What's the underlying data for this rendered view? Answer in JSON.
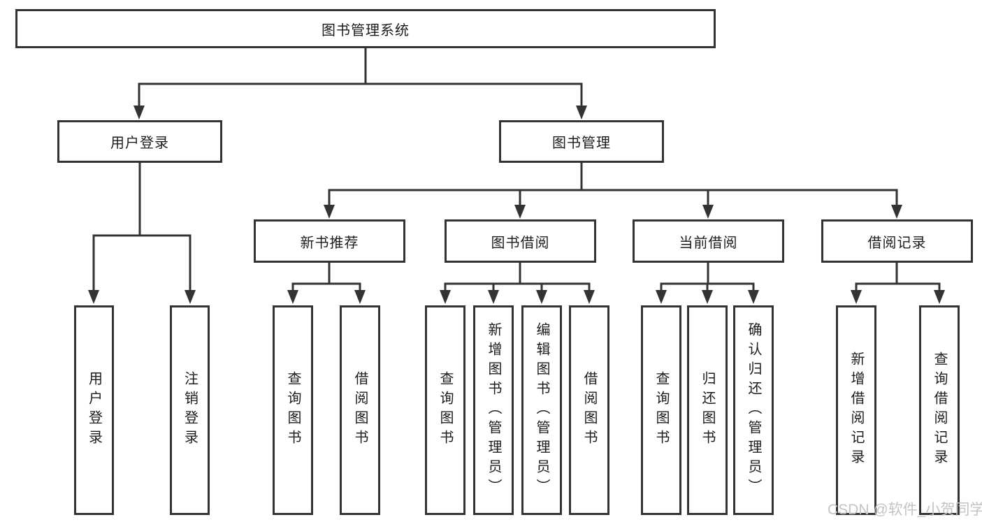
{
  "tree": {
    "label": "图书管理系统",
    "children": [
      {
        "label": "用户登录",
        "children": [
          {
            "label": "用户登录"
          },
          {
            "label": "注销登录"
          }
        ]
      },
      {
        "label": "图书管理",
        "children": [
          {
            "label": "新书推荐",
            "children": [
              {
                "label": "查询图书"
              },
              {
                "label": "借阅图书"
              }
            ]
          },
          {
            "label": "图书借阅",
            "children": [
              {
                "label": "查询图书"
              },
              {
                "label": "新增图书（管理员）"
              },
              {
                "label": "编辑图书（管理员）"
              },
              {
                "label": "借阅图书"
              }
            ]
          },
          {
            "label": "当前借阅",
            "children": [
              {
                "label": "查询图书"
              },
              {
                "label": "归还图书"
              },
              {
                "label": "确认归还（管理员）"
              }
            ]
          },
          {
            "label": "借阅记录",
            "children": [
              {
                "label": "新增借阅记录"
              },
              {
                "label": "查询借阅记录"
              }
            ]
          }
        ]
      }
    ]
  },
  "watermark": {
    "text": "CSDN @软件_小贺同学"
  },
  "colors": {
    "line": "#333333",
    "box_border": "#333333",
    "text": "#1c1c1c",
    "watermark": "#c4c4c4",
    "background": "#ffffff"
  }
}
